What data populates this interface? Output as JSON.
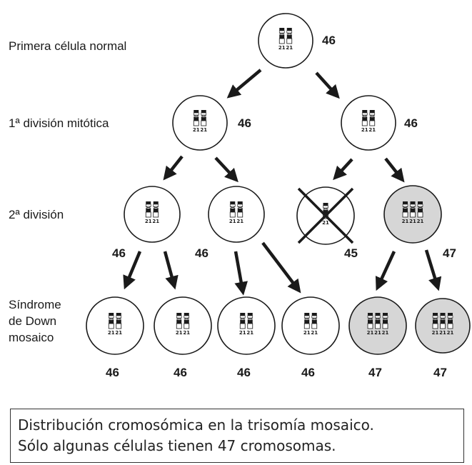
{
  "row_labels": {
    "row1": "Primera célula normal",
    "row2": "1ª división mitótica",
    "row3": "2ª división",
    "row4_line1": "Síndrome",
    "row4_line2": "de Down",
    "row4_line3": "mosaico"
  },
  "chromosome_label": "21",
  "cells": [
    {
      "id": "gen0",
      "count": "46",
      "chromosomes": 2,
      "shaded": false,
      "crossed": false
    },
    {
      "id": "gen1-left",
      "count": "46",
      "chromosomes": 2,
      "shaded": false,
      "crossed": false
    },
    {
      "id": "gen1-right",
      "count": "46",
      "chromosomes": 2,
      "shaded": false,
      "crossed": false
    },
    {
      "id": "gen2-a",
      "count": "46",
      "chromosomes": 2,
      "shaded": false,
      "crossed": false
    },
    {
      "id": "gen2-b",
      "count": "46",
      "chromosomes": 2,
      "shaded": false,
      "crossed": false
    },
    {
      "id": "gen2-c",
      "count": "45",
      "chromosomes": 1,
      "shaded": false,
      "crossed": true
    },
    {
      "id": "gen2-d",
      "count": "47",
      "chromosomes": 3,
      "shaded": true,
      "crossed": false
    },
    {
      "id": "gen3-a",
      "count": "46",
      "chromosomes": 2,
      "shaded": false,
      "crossed": false
    },
    {
      "id": "gen3-b",
      "count": "46",
      "chromosomes": 2,
      "shaded": false,
      "crossed": false
    },
    {
      "id": "gen3-c",
      "count": "46",
      "chromosomes": 2,
      "shaded": false,
      "crossed": false
    },
    {
      "id": "gen3-d",
      "count": "46",
      "chromosomes": 2,
      "shaded": false,
      "crossed": false
    },
    {
      "id": "gen3-e",
      "count": "47",
      "chromosomes": 3,
      "shaded": true,
      "crossed": false
    },
    {
      "id": "gen3-f",
      "count": "47",
      "chromosomes": 3,
      "shaded": true,
      "crossed": false
    }
  ],
  "colors": {
    "cell_fill": "#ffffff",
    "cell_shaded_fill": "#d6d6d6",
    "stroke": "#1a1a1a"
  },
  "caption": {
    "line1": "Distribución cromosómica en la trisomía mosaico.",
    "line2": "Sólo algunas células tienen 47 cromosomas."
  }
}
